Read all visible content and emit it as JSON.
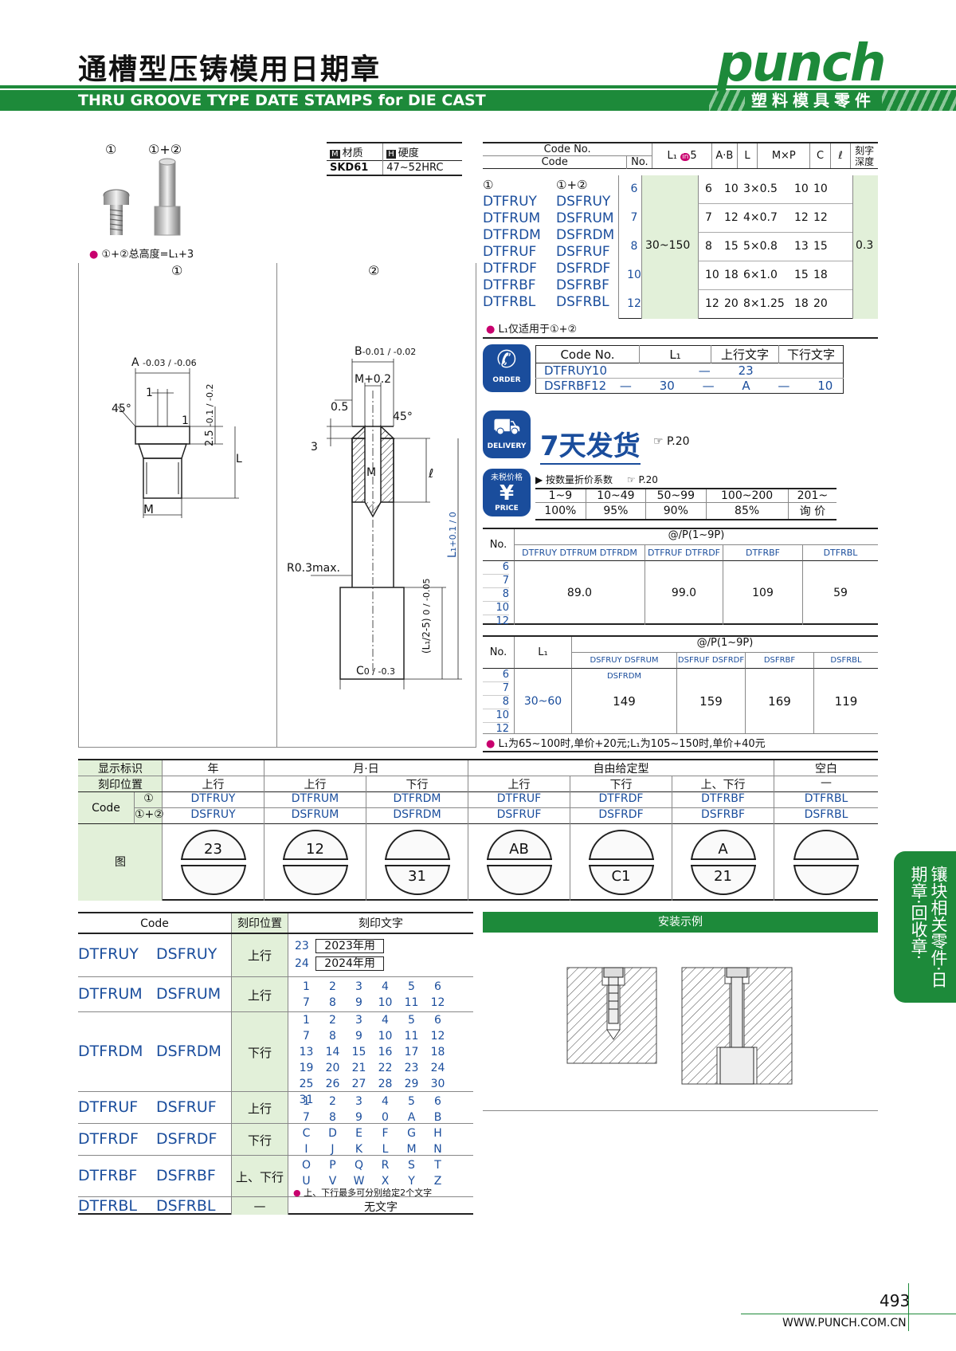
{
  "header": {
    "title_cn": "通槽型压铸模用日期章",
    "title_en": "THRU GROOVE TYPE DATE STAMPS for DIE CAST",
    "brand": "punch",
    "brand_sub": "塑料模具零件"
  },
  "side_tab": {
    "text": "镶块相关零件·日期章·回收章·"
  },
  "figure_labels": {
    "one": "①",
    "one_two": "①+②",
    "note": "①+②总高度=L₁+3",
    "d1": "①",
    "d2": "②"
  },
  "dims1": {
    "a": "A",
    "a_tol": "-0.03 / -0.06",
    "angle": "45°",
    "one": "1",
    "one_b": "1",
    "h": "2.5",
    "h_tol": "-0.1 / -0.2",
    "L": "L",
    "M": "M"
  },
  "dims2": {
    "b": "B",
    "b_tol": "-0.01 / -0.02",
    "m": "M+0.2",
    "d05": "0.5",
    "angle": "45°",
    "three": "3",
    "Mi": "M",
    "ell": "ℓ",
    "L1": "L₁",
    "L1tol": "+0.1 / 0",
    "r": "R0.3max.",
    "half": "(L₁/2-5)",
    "half_tol": "0 / -0.05",
    "c": "C",
    "c_tol": "0 / -0.3"
  },
  "material": {
    "h1": "材质",
    "h2": "硬度",
    "m_icon": "M",
    "h_icon": "H",
    "v1": "SKD61",
    "v2": "47~52HRC"
  },
  "spec": {
    "headers": {
      "codeno": "Code No.",
      "code": "Code",
      "no": "No.",
      "l1": "L₁",
      "in5": "in",
      "in5b": "5",
      "ab": "A·B",
      "l": "L",
      "mxp": "M×P",
      "c": "C",
      "ell": "ℓ",
      "depth": "刻字深度"
    },
    "code_heads": [
      "①",
      "①+②"
    ],
    "codes": [
      [
        "DTFRUY",
        "DSFRUY"
      ],
      [
        "DTFRUM",
        "DSFRUM"
      ],
      [
        "DTFRDM",
        "DSFRDM"
      ],
      [
        "DTFRUF",
        "DSFRUF"
      ],
      [
        "DTFRDF",
        "DSFRDF"
      ],
      [
        "DTFRBF",
        "DSFRBF"
      ],
      [
        "DTFRBL",
        "DSFRBL"
      ]
    ],
    "rows": [
      {
        "no": "6",
        "ab": "6",
        "l": "10",
        "mxp": "3×0.5",
        "c": "10",
        "ell": "10"
      },
      {
        "no": "7",
        "ab": "7",
        "l": "12",
        "mxp": "4×0.7",
        "c": "12",
        "ell": "12"
      },
      {
        "no": "8",
        "ab": "8",
        "l": "15",
        "mxp": "5×0.8",
        "c": "13",
        "ell": "15"
      },
      {
        "no": "10",
        "ab": "10",
        "l": "18",
        "mxp": "6×1.0",
        "c": "15",
        "ell": "18"
      },
      {
        "no": "12",
        "ab": "12",
        "l": "20",
        "mxp": "8×1.25",
        "c": "18",
        "ell": "20"
      }
    ],
    "l1range": "30~150",
    "depth": "0.3",
    "note": "L₁仅适用于①+②"
  },
  "order": {
    "icon": "ORDER",
    "headers": [
      "Code No.",
      "L₁",
      "上行文字",
      "下行文字"
    ],
    "row1": [
      "DTFRUY10",
      "",
      "—",
      "23",
      "",
      ""
    ],
    "row2": [
      "DSFRBF12",
      "—",
      "30",
      "—",
      "A",
      "—",
      "10"
    ]
  },
  "delivery": {
    "icon": "DELIVERY",
    "text": "7天发货",
    "ref": "P.20"
  },
  "price": {
    "icon_top": "未税价格",
    "icon": "PRICE",
    "label": "按数量折价系数",
    "ref": "P.20",
    "qty": [
      "1~9",
      "10~49",
      "50~99",
      "100~200",
      "201~"
    ],
    "rate": [
      "100%",
      "95%",
      "90%",
      "85%",
      "询 价"
    ]
  },
  "price1": {
    "no_h": "No.",
    "head": "@/P(1~9P)",
    "groups": [
      "DTFRUY  DTFRUM  DTFRDM",
      "DTFRUF  DTFRDF",
      "DTFRBF",
      "DTFRBL"
    ],
    "nos": [
      "6",
      "7",
      "8",
      "10",
      "12"
    ],
    "values": [
      "89.0",
      "99.0",
      "109",
      "59"
    ]
  },
  "price2": {
    "no_h": "No.",
    "l1_h": "L₁",
    "head": "@/P(1~9P)",
    "groups": [
      "DSFRUY  DSFRUM  DSFRDM",
      "DSFRUF  DSFRDF",
      "DSFRBF",
      "DSFRBL"
    ],
    "nos": [
      "6",
      "7",
      "8",
      "10",
      "12"
    ],
    "l1": "30~60",
    "values": [
      "149",
      "159",
      "169",
      "119"
    ],
    "note": "L₁为65~100时,单价+20元;L₁为105~150时,单价+40元"
  },
  "marks": {
    "h_display": "显示标识",
    "h_pos": "刻印位置",
    "h_code": "Code",
    "h_fig": "图",
    "sub1": "①",
    "sub2": "①+②",
    "groups": [
      "年",
      "月·日",
      "自由给定型",
      "空白"
    ],
    "positions": [
      "上行",
      "上行",
      "下行",
      "上行",
      "下行",
      "上、下行",
      "—"
    ],
    "codes1": [
      "DTFRUY",
      "DTFRUM",
      "DTFRDM",
      "DTFRUF",
      "DTFRDF",
      "DTFRBF",
      "DTFRBL"
    ],
    "codes2": [
      "DSFRUY",
      "DSFRUM",
      "DSFRDM",
      "DSFRUF",
      "DSFRDF",
      "DSFRBF",
      "DSFRBL"
    ],
    "figs": [
      [
        "23",
        ""
      ],
      [
        "12",
        ""
      ],
      [
        "",
        "31"
      ],
      [
        "AB",
        ""
      ],
      [
        "",
        "C1"
      ],
      [
        "A",
        "21"
      ],
      [
        "",
        ""
      ]
    ]
  },
  "engrave": {
    "h_code": "Code",
    "h_pos": "刻印位置",
    "h_text": "刻印文字",
    "rows": [
      {
        "c1": "DTFRUY",
        "c2": "DSFRUY",
        "pos": "上行"
      },
      {
        "c1": "DTFRUM",
        "c2": "DSFRUM",
        "pos": "上行"
      },
      {
        "c1": "DTFRDM",
        "c2": "DSFRDM",
        "pos": "下行"
      },
      {
        "c1": "DTFRUF",
        "c2": "DSFRUF",
        "pos": "上行"
      },
      {
        "c1": "DTFRDF",
        "c2": "DSFRDF",
        "pos": "下行"
      },
      {
        "c1": "DTFRBF",
        "c2": "DSFRBF",
        "pos": "上、下行"
      },
      {
        "c1": "DTFRBL",
        "c2": "DSFRBL",
        "pos": "—"
      }
    ],
    "years": [
      [
        "23",
        "2023年用"
      ],
      [
        "24",
        "2024年用"
      ]
    ],
    "months": [
      "1",
      "2",
      "3",
      "4",
      "5",
      "6",
      "7",
      "8",
      "9",
      "10",
      "11",
      "12"
    ],
    "days": [
      "1",
      "2",
      "3",
      "4",
      "5",
      "6",
      "7",
      "8",
      "9",
      "10",
      "11",
      "12",
      "13",
      "14",
      "15",
      "16",
      "17",
      "18",
      "19",
      "20",
      "21",
      "22",
      "23",
      "24",
      "25",
      "26",
      "27",
      "28",
      "29",
      "30",
      "31"
    ],
    "digits": [
      "1",
      "2",
      "3",
      "4",
      "5",
      "6",
      "7",
      "8",
      "9",
      "0"
    ],
    "letters": [
      "A",
      "B",
      "C",
      "D",
      "E",
      "F",
      "G",
      "H",
      "I",
      "J",
      "K",
      "L",
      "M",
      "N",
      "O",
      "P",
      "Q",
      "R",
      "S",
      "T",
      "U",
      "V",
      "W",
      "X",
      "Y",
      "Z"
    ],
    "note": "上、下行最多可分别给定2个文字",
    "none": "无文字"
  },
  "install": {
    "title": "安装示例"
  },
  "footer": {
    "page": "493",
    "url": "WWW.PUNCH.COM.CN"
  },
  "colors": {
    "green": "#1d8a3a",
    "light_green": "#e2f0d9",
    "blue": "#1a4d9c",
    "magenta": "#c8006e"
  }
}
